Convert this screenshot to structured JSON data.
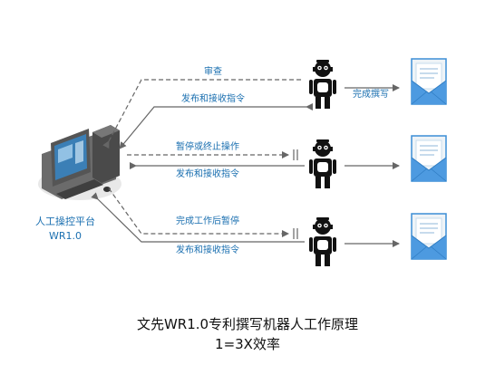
{
  "platform": {
    "name": "人工操控平台",
    "version": "WR1.0",
    "icon": "computer-workstation-icon"
  },
  "rows": [
    {
      "upper_label": "审查",
      "lower_label": "发布和接收指令",
      "robot_icon": "robot-icon",
      "document_icon": "document-envelope-icon",
      "output_label": "完成撰写"
    },
    {
      "upper_label": "暂停或终止操作",
      "lower_label": "发布和接收指令",
      "robot_icon": "robot-icon",
      "document_icon": "document-envelope-icon",
      "output_label": ""
    },
    {
      "upper_label": "完成工作后暂停",
      "lower_label": "发布和接收指令",
      "robot_icon": "robot-icon",
      "document_icon": "document-envelope-icon",
      "output_label": ""
    }
  ],
  "caption": {
    "line1": "文先WR1.0专利撰写机器人工作原理",
    "line2": "1=3X效率"
  },
  "colors": {
    "label": "#1a6fb0",
    "arrow": "#666666",
    "monitor_screen": "#3b7fb6",
    "envelope": "#3b8ed6",
    "robot": "#111111"
  }
}
